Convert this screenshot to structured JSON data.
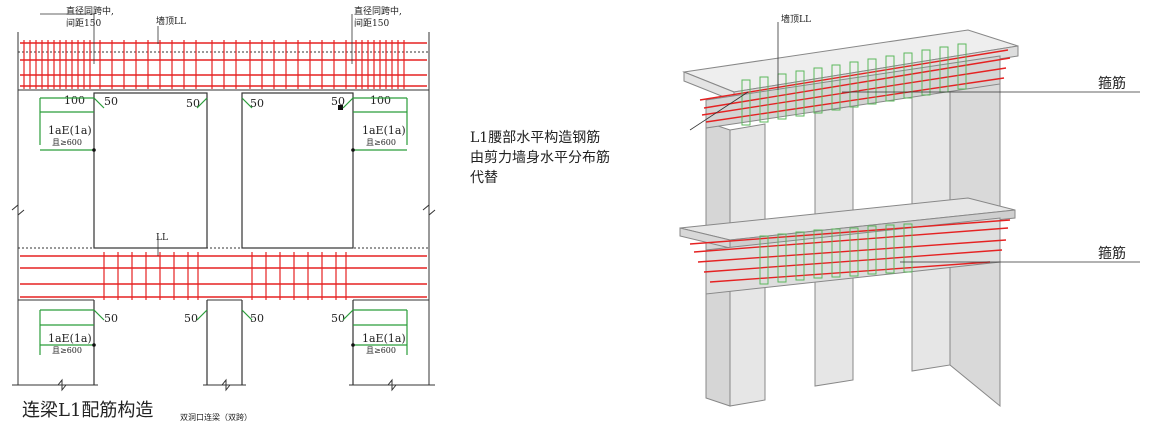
{
  "left": {
    "note_left": [
      "直径同跨中,",
      "间距150"
    ],
    "note_right": [
      "直径同跨中,",
      "间距150"
    ],
    "top_beam_label": "墙顶LL",
    "bottom_beam_label": "LL",
    "dims": {
      "d100": "100",
      "d50": "50"
    },
    "anchor_lines": [
      "1aE(1a)",
      "且≥600"
    ],
    "title": "连梁L1配筋构造",
    "subtitle": "双洞口连梁（双跨）"
  },
  "right": {
    "top_label": "墙顶LL",
    "stirrup_label": "箍筋",
    "stirrup_label_2": "箍筋",
    "waist_note": [
      "L1腰部水平构造钢筋",
      "由剪力墙身水平分布筋",
      "代替"
    ]
  }
}
